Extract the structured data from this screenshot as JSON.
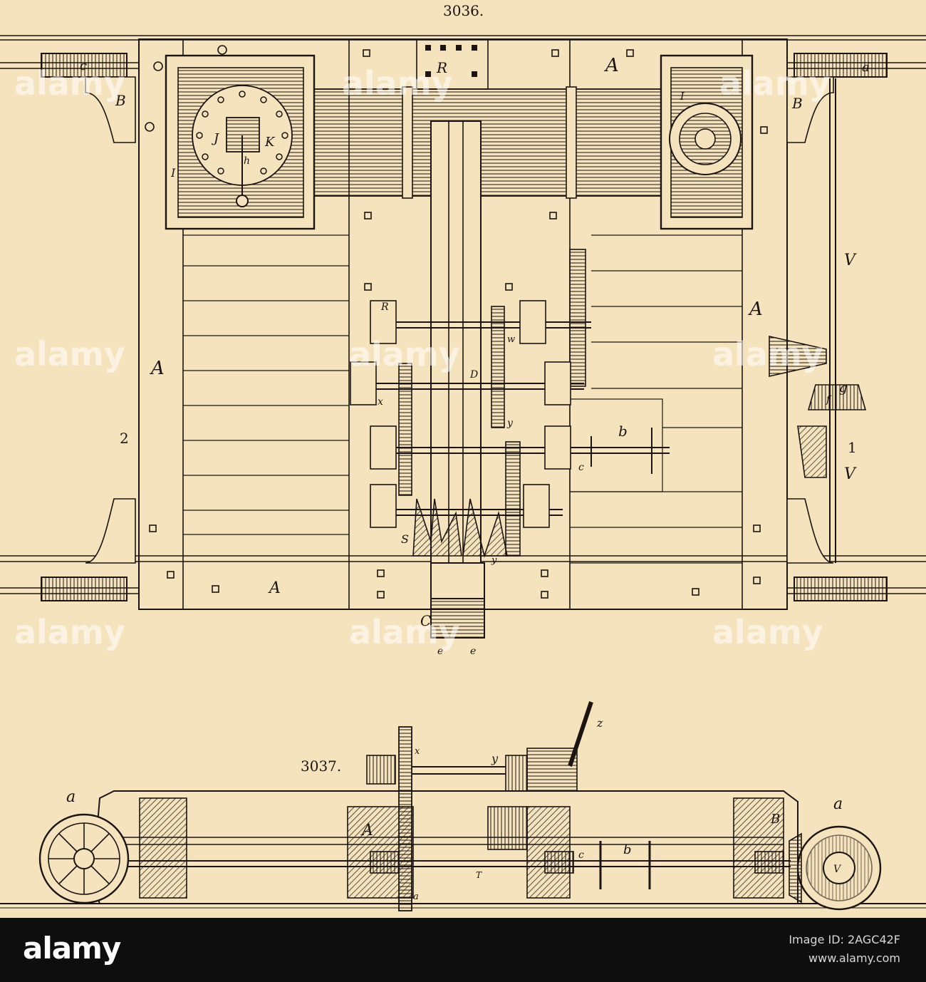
{
  "figures": {
    "top_number": "3036.",
    "bottom_number": "3037."
  },
  "labels_top": {
    "A_top_right": "A",
    "A_right": "A",
    "A_left": "A",
    "A_bottom": "A",
    "B_left": "B",
    "B_right": "B",
    "C": "C",
    "D": "D",
    "R_top": "R",
    "R_mid": "R",
    "I_left": "I",
    "I_right": "I",
    "J": "J",
    "K": "K",
    "h": "h",
    "V_top": "V",
    "V_bottom": "V",
    "num_1": "1",
    "num_2": "2",
    "a_right": "a",
    "c_left": "c",
    "w": "w",
    "x": "x",
    "y": "y",
    "y2": "y",
    "S": "S",
    "b": "b",
    "c_shaft": "c",
    "g": "g",
    "f": "f",
    "e1": "e",
    "e2": "e"
  },
  "labels_bottom": {
    "A": "A",
    "B": "B",
    "a_left": "a",
    "a_right": "a",
    "a_gear": "a",
    "x": "x",
    "y": "y",
    "z": "z",
    "b": "b",
    "c": "c",
    "T": "T",
    "V": "V"
  },
  "watermark": {
    "text": "alamy",
    "logo": "alamy",
    "image_id": "Image ID: 2AGC42F",
    "url": "www.alamy.com"
  },
  "colors": {
    "paper": "#f5e3bd",
    "ink": "#1b1410",
    "footer": "#0e0e0e"
  }
}
